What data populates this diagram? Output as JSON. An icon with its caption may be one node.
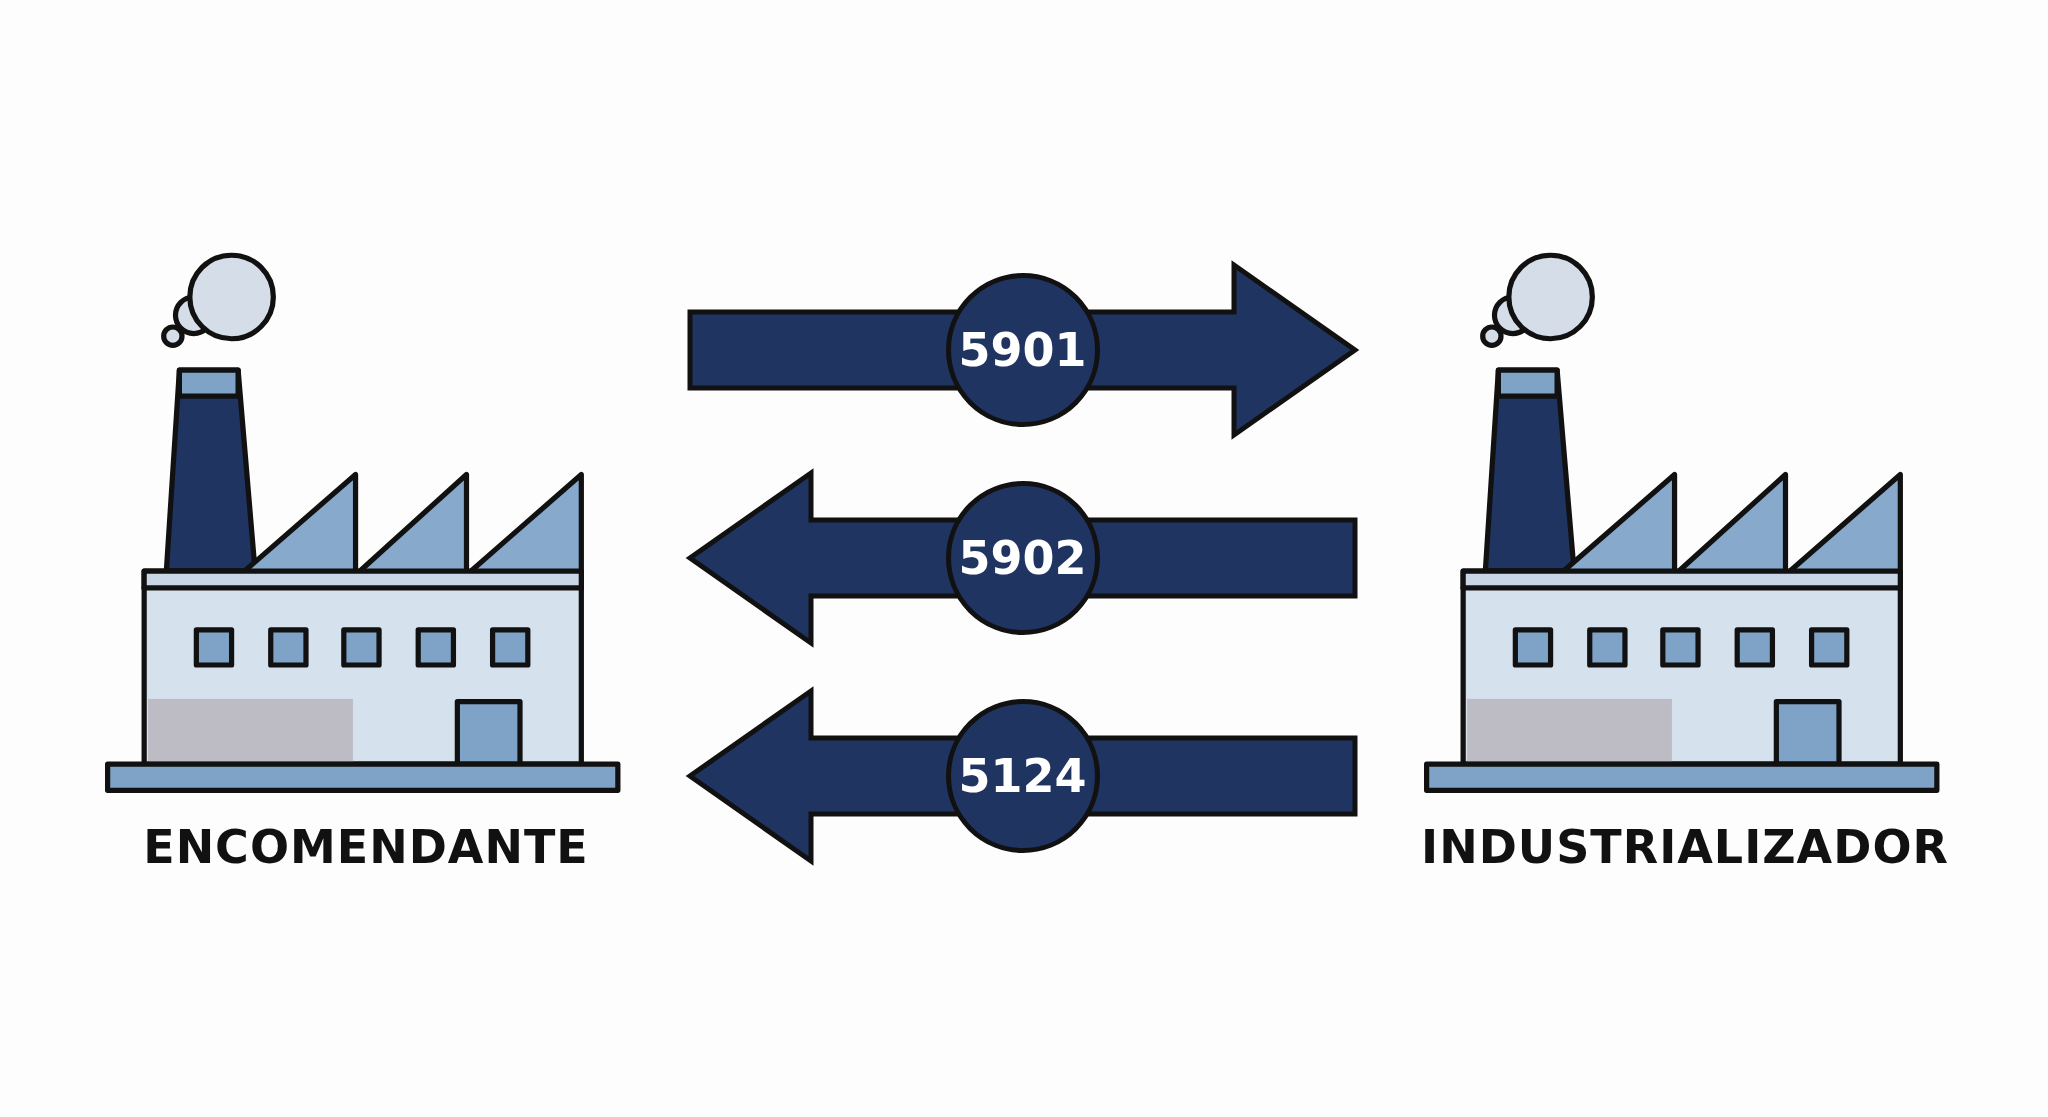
{
  "diagram": {
    "nodes": [
      {
        "text": [
          "ENCOMENDANTE"
        ]
      },
      {
        "text": [
          "INDUSTRIALIZADOR"
        ]
      }
    ],
    "edges": [
      {
        "from": 0,
        "to": 1,
        "arrow": "to",
        "label": "5901",
        "style": "thick"
      },
      {
        "from": 1,
        "to": 0,
        "arrow": "to",
        "label": "5902",
        "style": "thick"
      },
      {
        "from": 1,
        "to": 0,
        "arrow": "to",
        "label": "5124",
        "style": "thick"
      }
    ]
  }
}
